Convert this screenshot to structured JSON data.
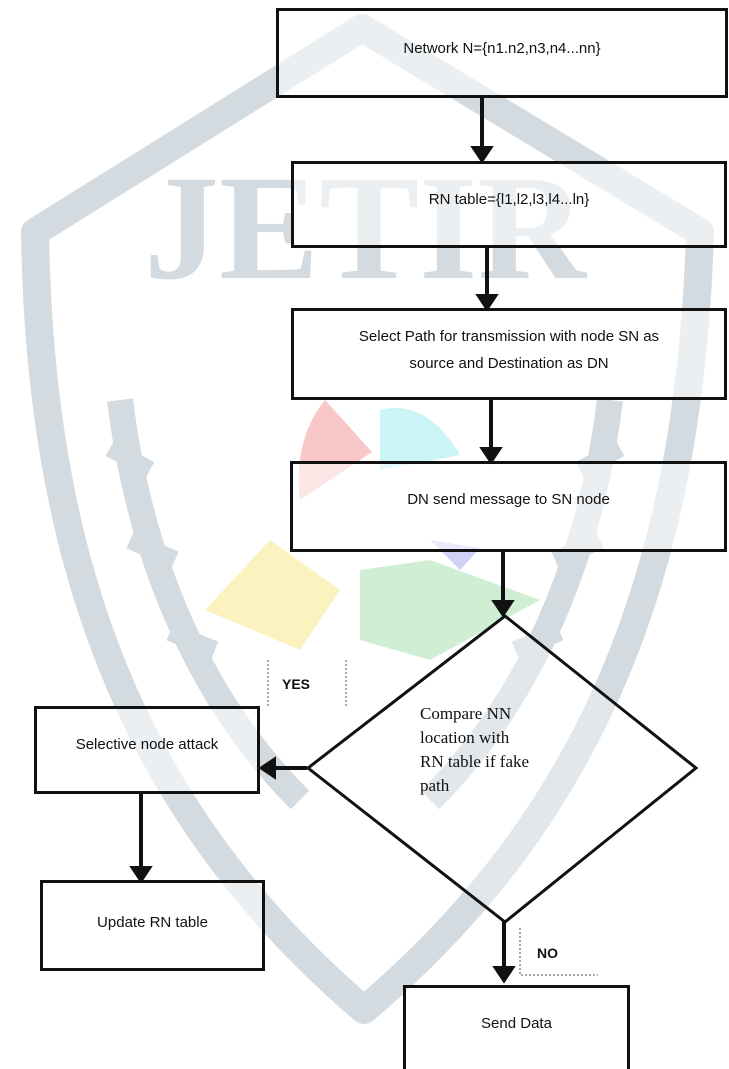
{
  "nodes": {
    "network": "Network N={n1.n2,n3,n4...nn}",
    "rn_table": "RN table={l1,l2,l3,l4...ln}",
    "select_path": {
      "line1": "Select Path for transmission with node SN as",
      "line2": "source and Destination as DN"
    },
    "dn_send": "DN send message to SN node",
    "decision": {
      "line1": "Compare  NN",
      "line2": "location with",
      "line3": "RN table if fake",
      "line4": "path"
    },
    "selective_attack": "Selective node attack",
    "update_rn": "Update RN table",
    "send_data": "Send Data"
  },
  "branches": {
    "yes": "YES",
    "no": "NO"
  },
  "watermark": {
    "text": "JETIR"
  },
  "colors": {
    "stroke": "#111111",
    "watermark": "#d3dbe0",
    "petal_red": "#f6b6b6",
    "petal_cyan": "#b9f0f3",
    "petal_yellow": "#fbf0b4",
    "petal_green": "#bfe8c4",
    "petal_blue": "#c4c6f2"
  }
}
